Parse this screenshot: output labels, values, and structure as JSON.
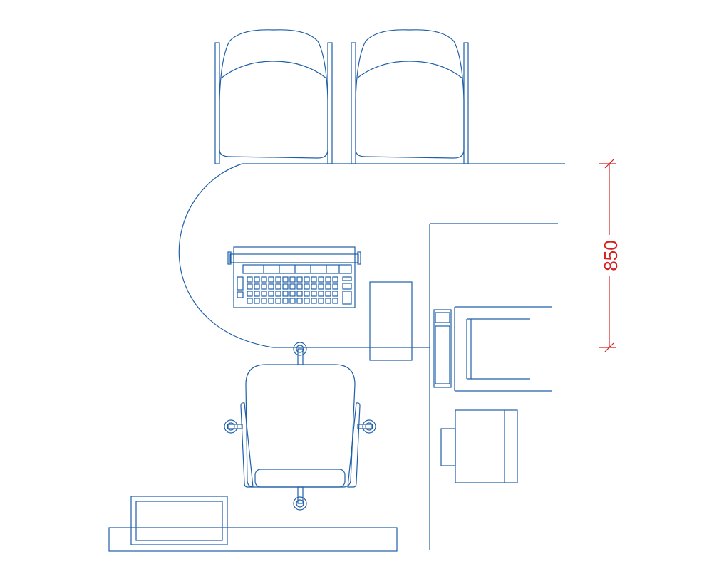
{
  "colors": {
    "line": "#1f5fa8",
    "dimension": "#d61f1f",
    "background": "#ffffff"
  },
  "dimension": {
    "value": "850"
  },
  "furniture": [
    "visitor-chair-left",
    "visitor-chair-right",
    "l-shaped-desk",
    "keyboard",
    "cpu-tower",
    "office-chair",
    "printer",
    "side-cabinet",
    "monitor",
    "partition-wall"
  ]
}
